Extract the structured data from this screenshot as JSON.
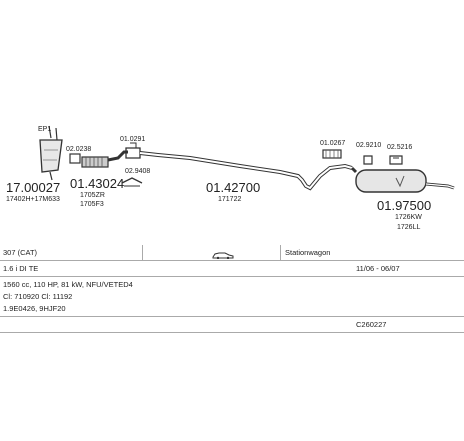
{
  "parts": {
    "p1_code": "17.00027",
    "p1_ref": "17402H+17M633",
    "p1_sub": "EP1",
    "p2_clamp": "02.0238",
    "p2_code": "01.43024",
    "p2_ref1": "1705ZR",
    "p2_ref2": "1705F3",
    "p3_top": "01.0291",
    "p3_bottom": "02.9408",
    "p4_code": "01.42700",
    "p4_ref": "171722",
    "p5_clamp": "01.0267",
    "p6_a": "02.9210",
    "p6_b": "02.5216",
    "p7_code": "01.97500",
    "p7_ref1": "1726KW",
    "p7_ref2": "1726LL"
  },
  "info": {
    "model": "307 (CAT)",
    "body_type": "Stationwagon",
    "engine": "1.6 i DI TE",
    "years": "11/06 - 06/07",
    "specs": "1560 cc, 110 HP, 81 kW, NFU/VETED4",
    "codes": "Cl: 710920 Cl: 11192",
    "engine_codes": "1.9E0426, 9HJF20",
    "catalog": "C260227"
  }
}
